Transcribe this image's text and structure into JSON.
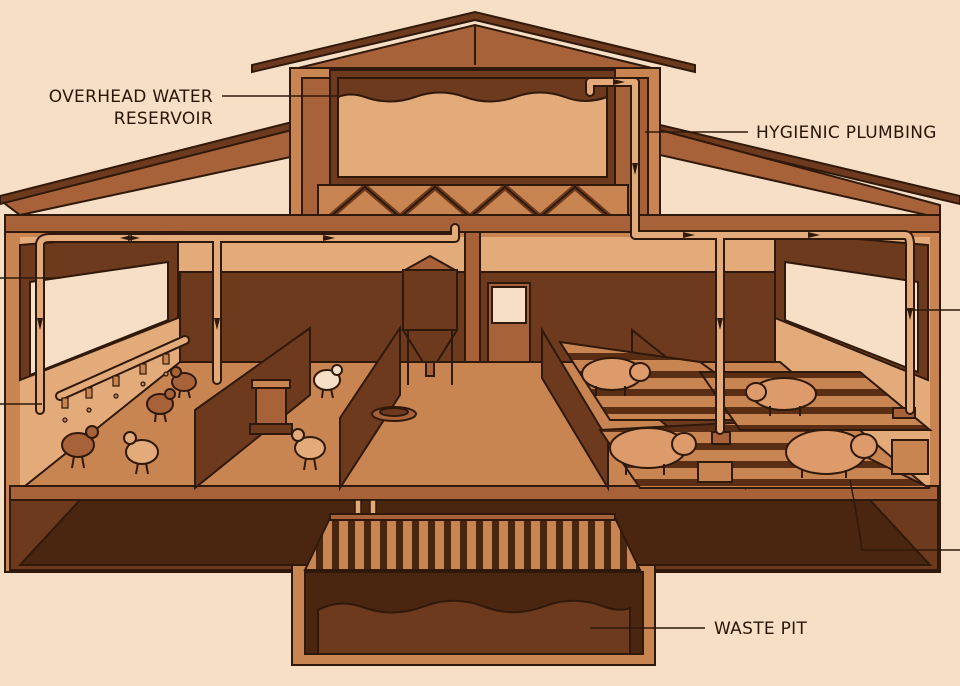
{
  "diagram": {
    "labels": {
      "reservoir_line1": "OVERHEAD WATER",
      "reservoir_line2": "RESERVOIR",
      "plumbing": "HYGIENIC PLUMBING",
      "waste_pit": "WASTE PIT"
    },
    "colors": {
      "background": "#f6dfc6",
      "outline": "#2f190b",
      "dark_wood": "#6e3a1e",
      "mid_wood": "#a8623a",
      "light_wood": "#c98551",
      "pale_wood": "#e3aa7a",
      "pipe": "#d99a6a",
      "pit": "#4a2611",
      "animal": "#dd9a6a"
    }
  }
}
